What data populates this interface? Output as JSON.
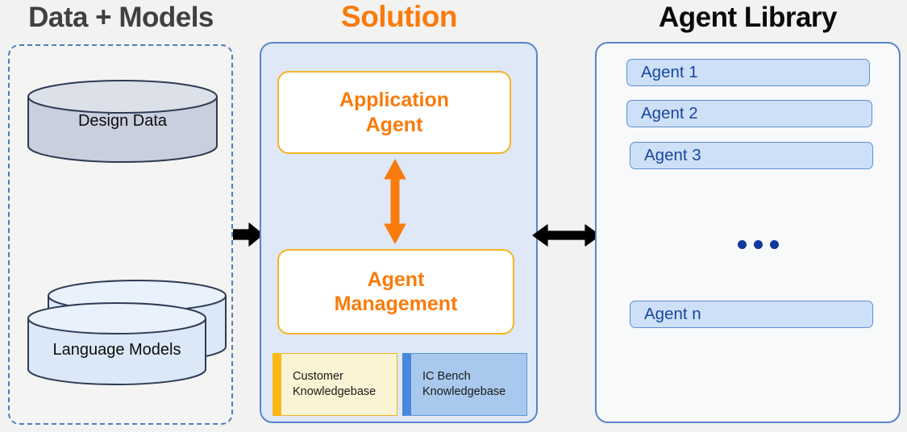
{
  "columns": {
    "data_models": {
      "title": "Data + Models",
      "title_color": "#404040",
      "border_color": "#4D7EB8",
      "stores": [
        {
          "label": "Design  Data",
          "fill": "#C9CFDD",
          "stacked": false
        },
        {
          "label": "Language Models",
          "fill": "#DBE8F8",
          "stacked": true
        }
      ]
    },
    "solution": {
      "title": "Solution",
      "title_color": "#F97B0C",
      "panel_fill": "#DEE8F6",
      "panel_border": "#5B83CA",
      "cards": [
        {
          "label": "Application\nAgent",
          "line1": "Application",
          "line2": "Agent",
          "border": "#F5B425",
          "text_color": "#F97B0C"
        },
        {
          "label": "Agent\nManagement",
          "line1": "Agent",
          "line2": "Management",
          "border": "#F5B425",
          "text_color": "#F97B0C"
        }
      ],
      "knowledgebases": [
        {
          "line1": "Customer",
          "line2": "Knowledgebase",
          "fill": "#FAF3D4",
          "accent": "#FBB917"
        },
        {
          "line1": "IC Bench",
          "line2": "Knowledgebase",
          "fill": "#A8C8EE",
          "accent": "#4A86DB"
        }
      ]
    },
    "agent_library": {
      "title": "Agent Library",
      "title_color": "#0A0A0A",
      "panel_fill": "#F8F9FA",
      "panel_border": "#5B83CA",
      "items": [
        {
          "label": "Agent 1"
        },
        {
          "label": "Agent 2"
        },
        {
          "label": "Agent 3"
        },
        {
          "label": "Agent n"
        }
      ],
      "ellipsis": "•••",
      "item_fill": "#CEE0F7",
      "item_text_color": "#18479E"
    }
  },
  "connectors": [
    {
      "name": "data-to-solution",
      "type": "single-arrow-right",
      "color": "#000000"
    },
    {
      "name": "application-agent-to-agent-management",
      "type": "double-arrow-vertical",
      "color": "#F97B0C"
    },
    {
      "name": "solution-to-agent-library",
      "type": "double-arrow-horizontal",
      "color": "#000000"
    }
  ]
}
